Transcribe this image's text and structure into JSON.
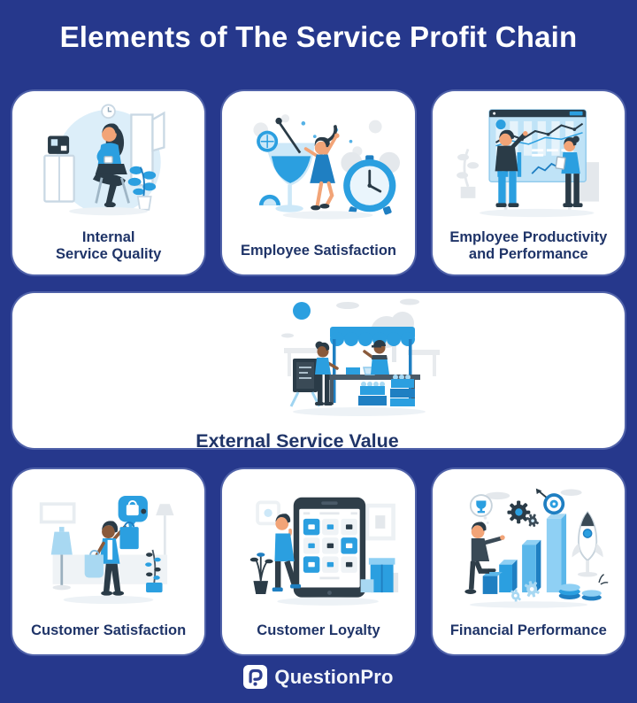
{
  "title": "Elements of The Service Profit Chain",
  "cards": [
    {
      "name": "internal-service-quality",
      "label_line1": "Internal",
      "label_line2": "Service Quality"
    },
    {
      "name": "employee-satisfaction",
      "label_line1": "Employee Satisfaction",
      "label_line2": ""
    },
    {
      "name": "employee-productivity",
      "label_line1": "Employee Productivity",
      "label_line2": "and Performance"
    },
    {
      "name": "external-service-value",
      "label_line1": "External Service Value",
      "label_line2": ""
    },
    {
      "name": "customer-satisfaction",
      "label_line1": "Customer Satisfaction",
      "label_line2": ""
    },
    {
      "name": "customer-loyalty",
      "label_line1": "Customer Loyalty",
      "label_line2": ""
    },
    {
      "name": "financial-performance",
      "label_line1": "Financial Performance",
      "label_line2": ""
    }
  ],
  "footer": {
    "brand": "QuestionPro"
  },
  "theme": {
    "bg": "#26388C",
    "card-bg": "#FFFFFF",
    "title": "#FFFFFF",
    "label": "#1F3468",
    "accent": "#2B9FE0",
    "accent-dark": "#1F7FC2",
    "light-blue": "#CDE8F8",
    "pale-blue": "#DCEEF9",
    "dark": "#2A3B47",
    "gray": "#E4E8EC",
    "skin": "#F2A477",
    "skin-dark": "#8A5A3B"
  }
}
